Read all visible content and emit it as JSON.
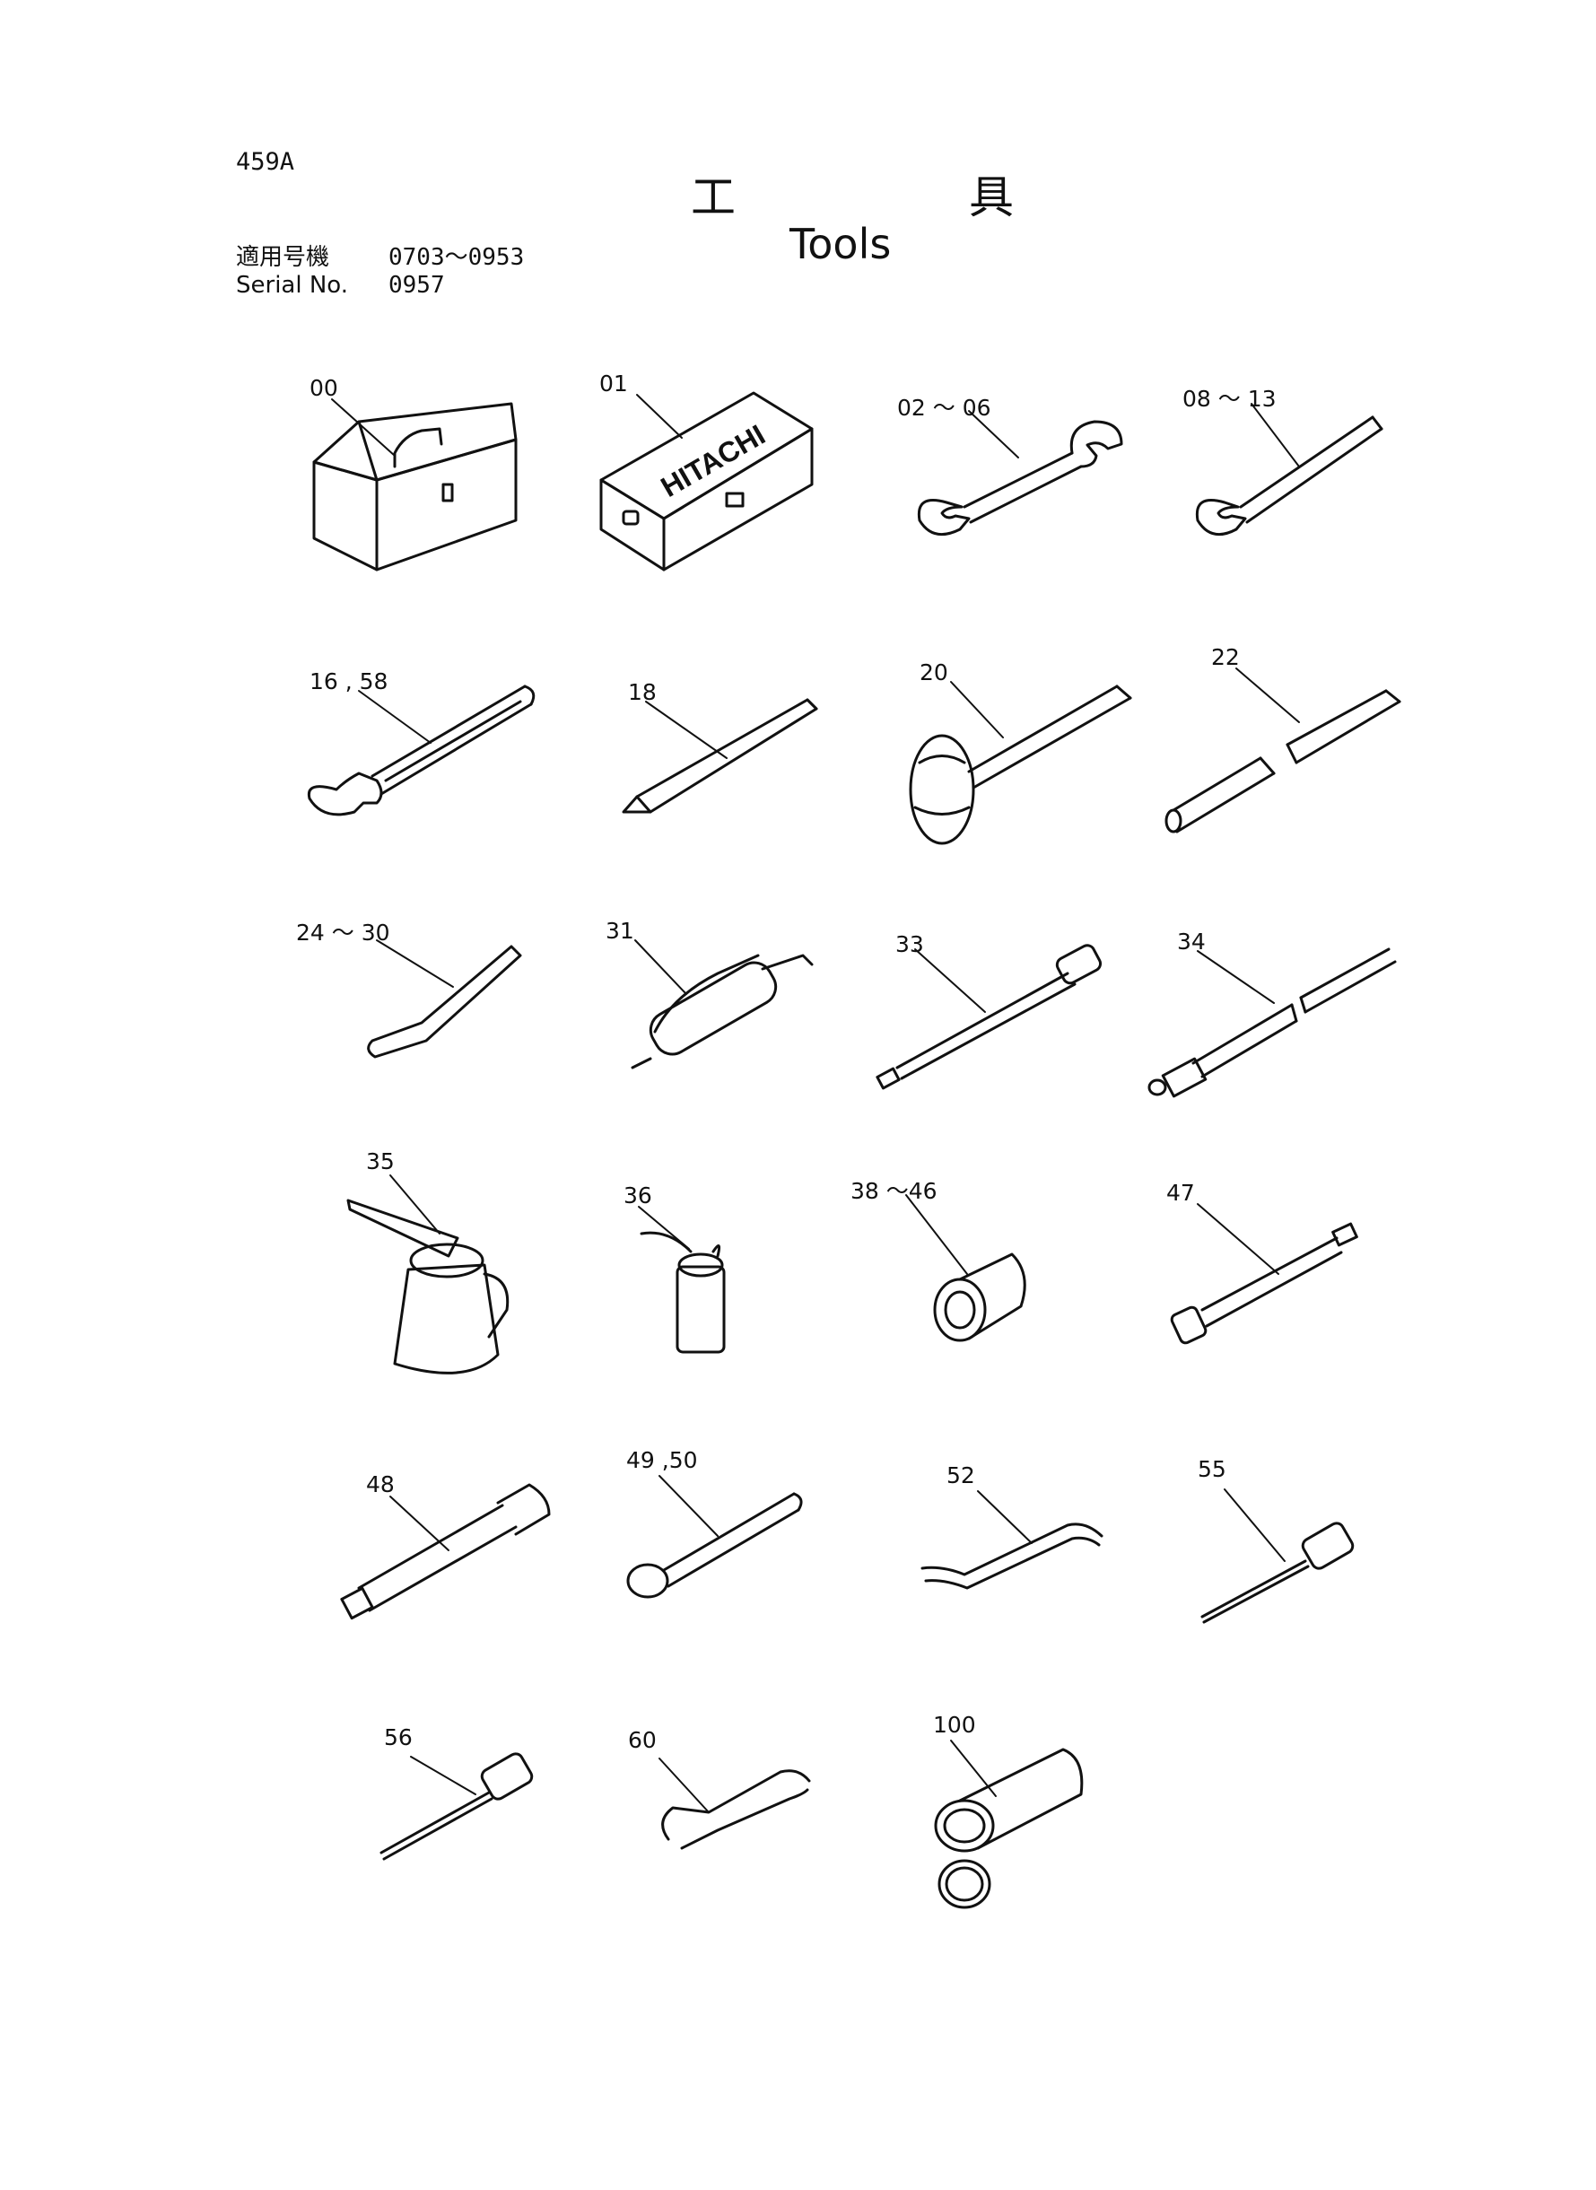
{
  "header": {
    "page_code": "459A",
    "title_jp_1": "工",
    "title_jp_2": "具",
    "title_en": "Tools",
    "serial_label_jp": "適用号機",
    "serial_value_1": "0703～0953",
    "serial_label_en": "Serial No.",
    "serial_value_2": "0957"
  },
  "box_brand": "HITACHI",
  "callouts": [
    "00",
    "01",
    "02 ～ 06",
    "08 ～ 13",
    "16 , 58",
    "18",
    "20",
    "22",
    "24 ～ 30",
    "31",
    "33",
    "34",
    "35",
    "36",
    "38 ～46",
    "47",
    "48",
    "49 ,50",
    "52",
    "55",
    "56",
    "60",
    "100"
  ]
}
